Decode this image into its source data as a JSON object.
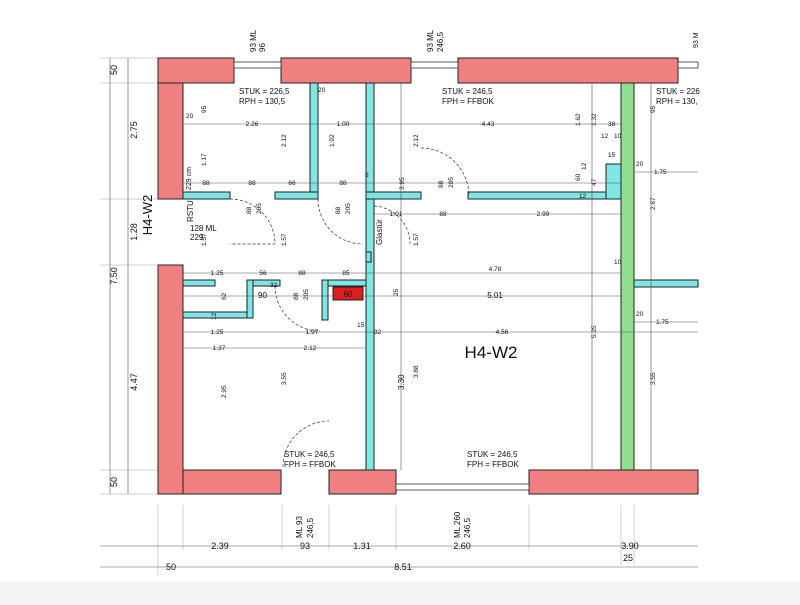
{
  "room": {
    "label": "H4-W2",
    "side_label": "H4-W2"
  },
  "annotations": {
    "stuk1": "STUK = 226,5",
    "rph1": "RPH = 130,5",
    "stuk2": "STUK = 246,5",
    "fph2": "FPH = FFBOK",
    "stuk3": "STUK = 226",
    "rph3": "RPH = 130,",
    "stuk4": "STUK = 246,5",
    "fph4": "FPH = FFBOK",
    "stuk5": "STUK = 246,5",
    "fph5": "FPH = FFBOK",
    "rstu": "RSTU",
    "ml128": "128 ML",
    "v229": "229",
    "glastuer": "Glastür",
    "cm229": "229 cm",
    "red_box": "60"
  },
  "window_labels": {
    "w1": [
      "93 ML",
      "96"
    ],
    "w2": [
      "93 ML",
      "246,5"
    ],
    "w3": "93 M",
    "w4": [
      "ML 93",
      "246,5"
    ],
    "w5": [
      "ML 260",
      "246,5"
    ]
  },
  "dimensions": {
    "left": [
      "50",
      "2.75",
      "1.28",
      "4.47",
      "50"
    ],
    "left_total": "7.50",
    "bottom": [
      "2.39",
      "93",
      "1.31",
      "2.60",
      "3.90"
    ],
    "bottom_small": "25",
    "bottom_total": [
      "50",
      "8.51"
    ],
    "interior": {
      "d226": "2.26",
      "d100": "1.00",
      "d443": "4.43",
      "d20a": "20",
      "d95a": "95",
      "d20b": "20",
      "d95b": "95",
      "d20c": "20",
      "d20d": "20",
      "d117": "1.17",
      "d212a": "2.12",
      "d192": "1.92",
      "d212b": "2.12",
      "d88a": "88",
      "d88b": "88",
      "d66": "66",
      "d88c": "88",
      "d6": "6",
      "d395": "3.95",
      "d88v": "88",
      "d205v": "205",
      "d88d": "88",
      "d205a": "205",
      "d88e": "88",
      "d205b": "205",
      "d101": "1.01",
      "d88f": "88",
      "d299": "2.99",
      "d157a": "1.57",
      "d157b": "1.57",
      "d157c": "1.57",
      "d125a": "1.25",
      "d56": "56",
      "d88g": "88",
      "d85": "85",
      "d478": "4.78",
      "d10": "10",
      "d90": "90",
      "d62": "62",
      "d32": "32",
      "d88h": "88",
      "d205c": "205",
      "d25": "25",
      "d501": "5.01",
      "d12": "12",
      "d125b": "1.25",
      "d197": "1.97",
      "d15": "15",
      "d32b": "32",
      "d456": "4.56",
      "d175b": "1.75",
      "d137": "1.37",
      "d212c": "2.12",
      "d295": "2.95",
      "d355a": "3.55",
      "d330": "3.30",
      "d388": "3.88",
      "d525": "5.25",
      "d355b": "3.55",
      "d162": "1.62",
      "d132": "1.32",
      "d38": "38",
      "d10b": "10",
      "d12b": "12",
      "d15b": "15",
      "d60": "60",
      "d12c": "12",
      "d47": "47",
      "d12d": "12",
      "d175a": "1.75",
      "d267": "2.67"
    }
  },
  "colors": {
    "exterior_wall": "#f08080",
    "interior_wall": "#7fe5e5",
    "green_wall": "#8ee08e",
    "chimney": "#e21b1b"
  }
}
